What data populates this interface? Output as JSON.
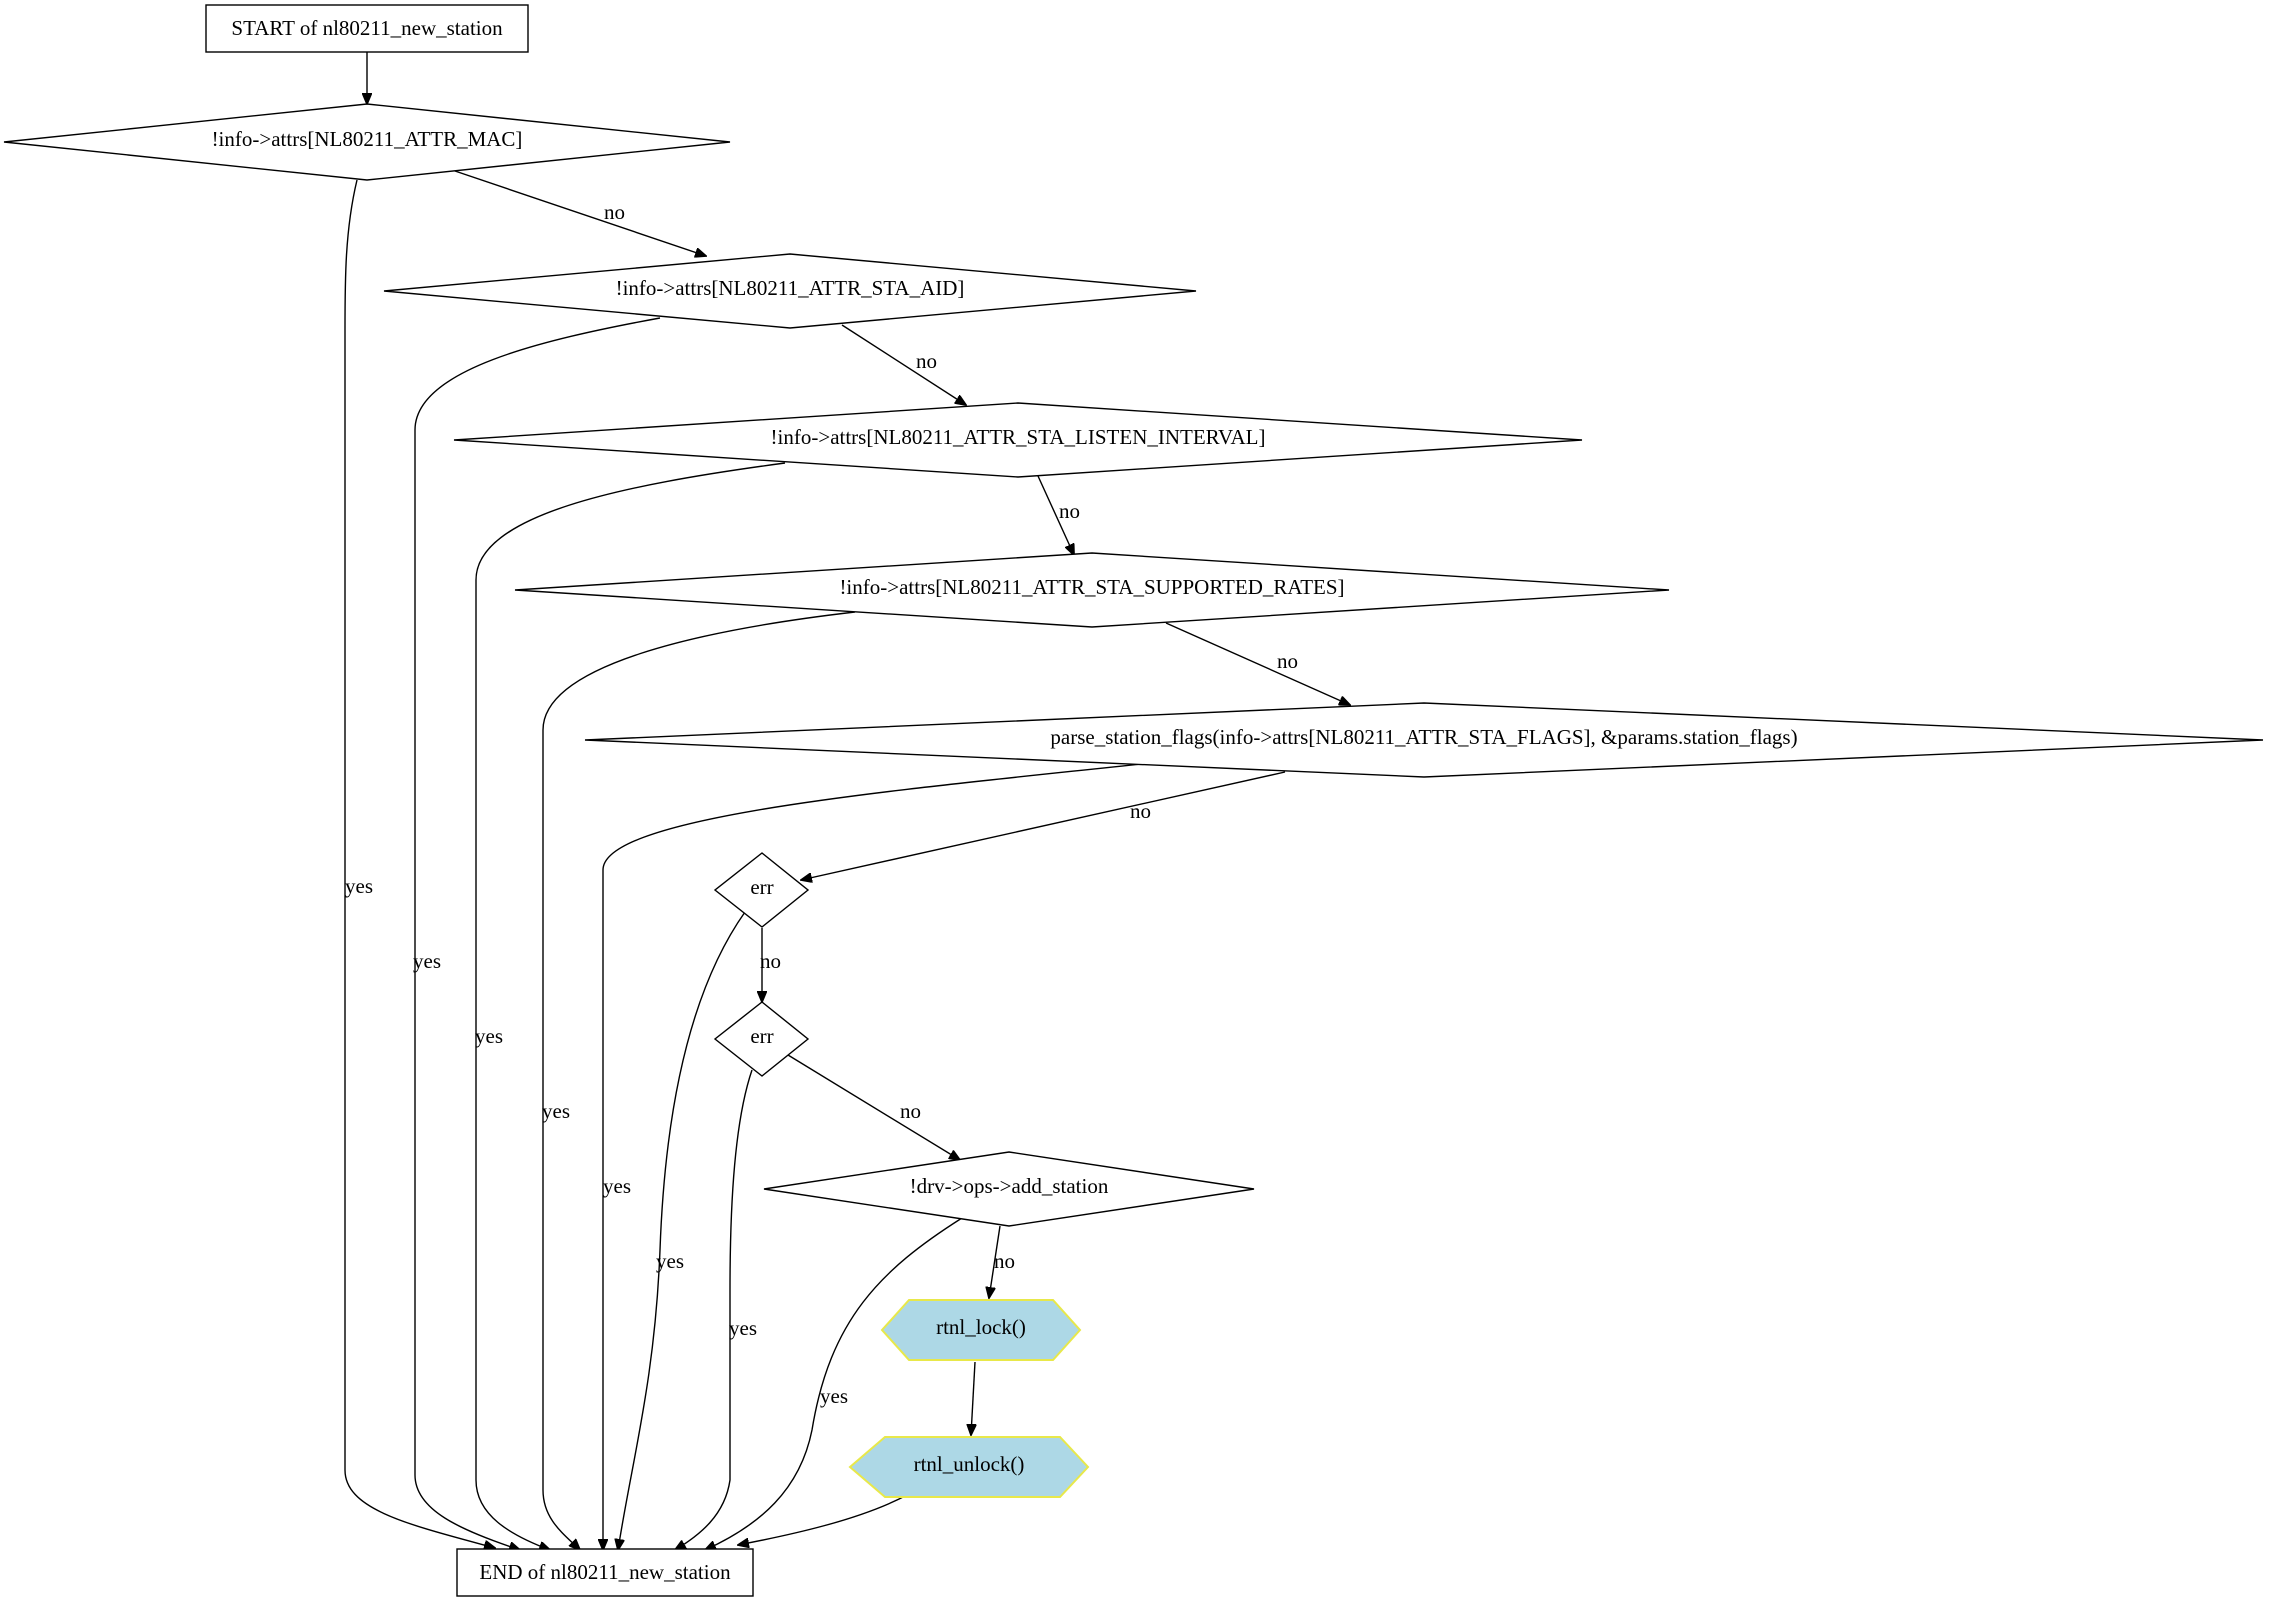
{
  "nodes": {
    "start": "START of nl80211_new_station",
    "check_mac": "!info->attrs[NL80211_ATTR_MAC]",
    "check_aid": "!info->attrs[NL80211_ATTR_STA_AID]",
    "check_listen": "!info->attrs[NL80211_ATTR_STA_LISTEN_INTERVAL]",
    "check_rates": "!info->attrs[NL80211_ATTR_STA_SUPPORTED_RATES]",
    "parse_flags": "parse_station_flags(info->attrs[NL80211_ATTR_STA_FLAGS], &params.station_flags)",
    "err1": "err",
    "err2": "err",
    "add_station": "!drv->ops->add_station",
    "rtnl_lock": "rtnl_lock()",
    "rtnl_unlock": "rtnl_unlock()",
    "end": "END of nl80211_new_station"
  },
  "edges": {
    "yes": "yes",
    "no": "no"
  },
  "colors": {
    "function_fill": "#add8e6",
    "function_stroke": "#e8e84a"
  }
}
